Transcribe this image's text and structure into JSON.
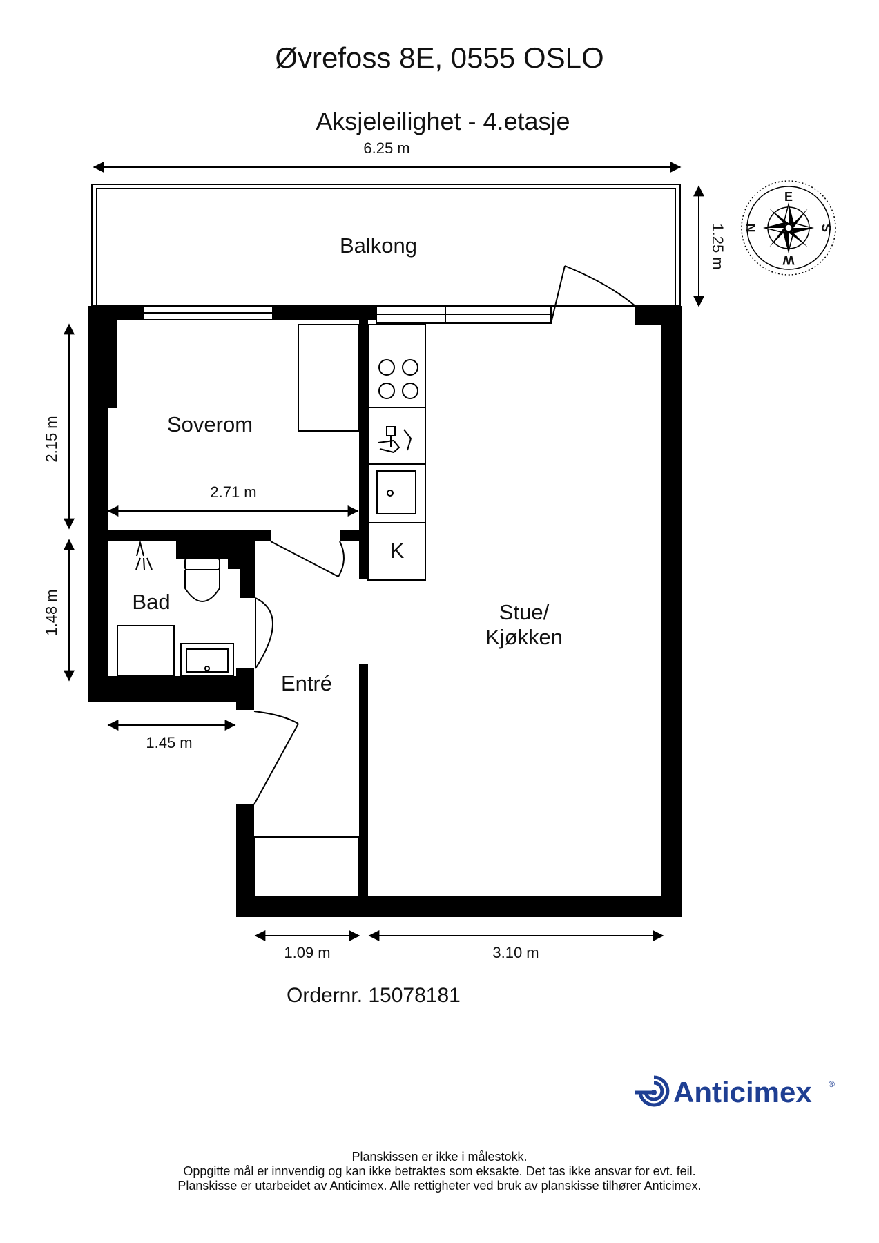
{
  "header": {
    "address": "Øvrefoss 8E, 0555 OSLO",
    "subtitle": "Aksjeleilighet  - 4.etasje"
  },
  "rooms": {
    "balcony": "Balkong",
    "bedroom": "Soverom",
    "bathroom": "Bad",
    "entrance": "Entré",
    "living_line1": "Stue/",
    "living_line2": "Kjøkken",
    "kitchen_marker": "K"
  },
  "dimensions": {
    "total_width": "6.25 m",
    "balcony_depth": "1.25 m",
    "bedroom_height": "2.15 m",
    "bedroom_width": "2.71 m",
    "bathroom_height": "1.48 m",
    "bathroom_width": "1.45 m",
    "entrance_width": "1.09 m",
    "living_width": "3.10 m"
  },
  "compass": {
    "e": "E",
    "s": "S",
    "w": "W",
    "n": "N"
  },
  "order": "Ordernr. 15078181",
  "brand": {
    "name": "Anticimex",
    "color": "#1f3f93",
    "trademark": "®"
  },
  "footer": {
    "line1": "Planskissen er ikke i målestokk.",
    "line2": "Oppgitte mål er innvendig og kan ikke betraktes som eksakte. Det tas ikke ansvar for evt. feil.",
    "line3": "Planskisse er utarbeidet av Anticimex. Alle rettigheter ved bruk av planskisse tilhører Anticimex."
  }
}
